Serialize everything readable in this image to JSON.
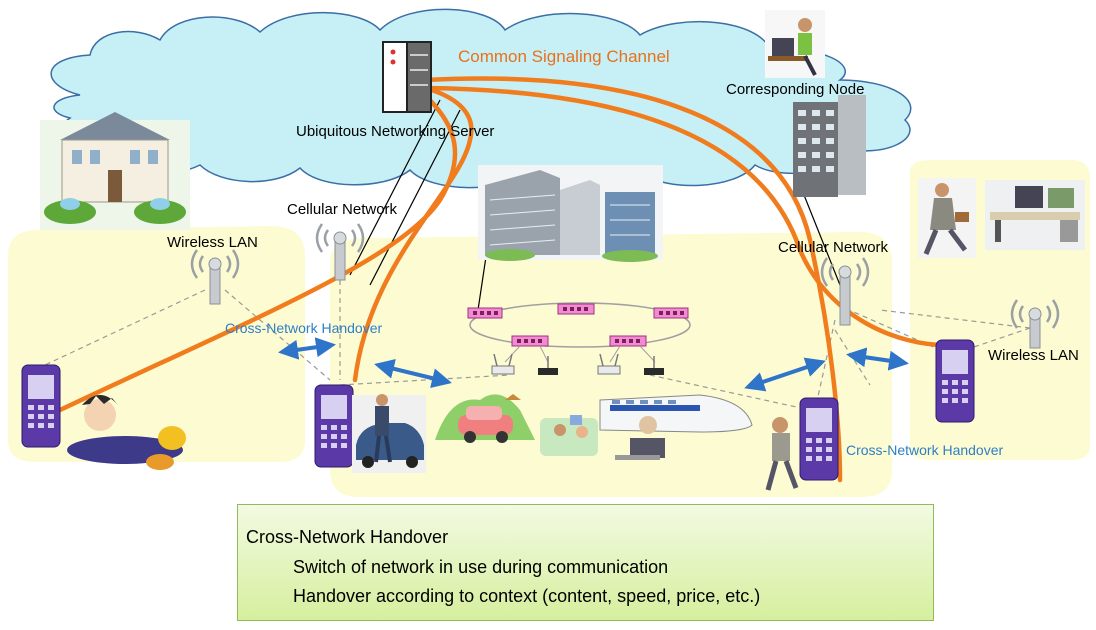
{
  "labels": {
    "server": "Ubiquitous Networking Server",
    "signaling": "Common Signaling Channel",
    "corresponding_node": "Corresponding Node",
    "cellular_left": "Cellular Network",
    "cellular_right": "Cellular Network",
    "wlan_left": "Wireless LAN",
    "wlan_right": "Wireless LAN",
    "handover_left": "Cross-Network Handover",
    "handover_right": "Cross-Network Handover"
  },
  "note": {
    "title": "Cross-Network Handover",
    "lines": [
      "Switch of network in use during communication",
      "Handover according to context (content, speed, price, etc.)"
    ]
  },
  "colors": {
    "cloud": "#c6f0f5",
    "zone": "#fdfbd2",
    "signaling_line": "#f07c1e",
    "handover_arrow": "#2e74c8",
    "phone": "#5b3aa8"
  }
}
